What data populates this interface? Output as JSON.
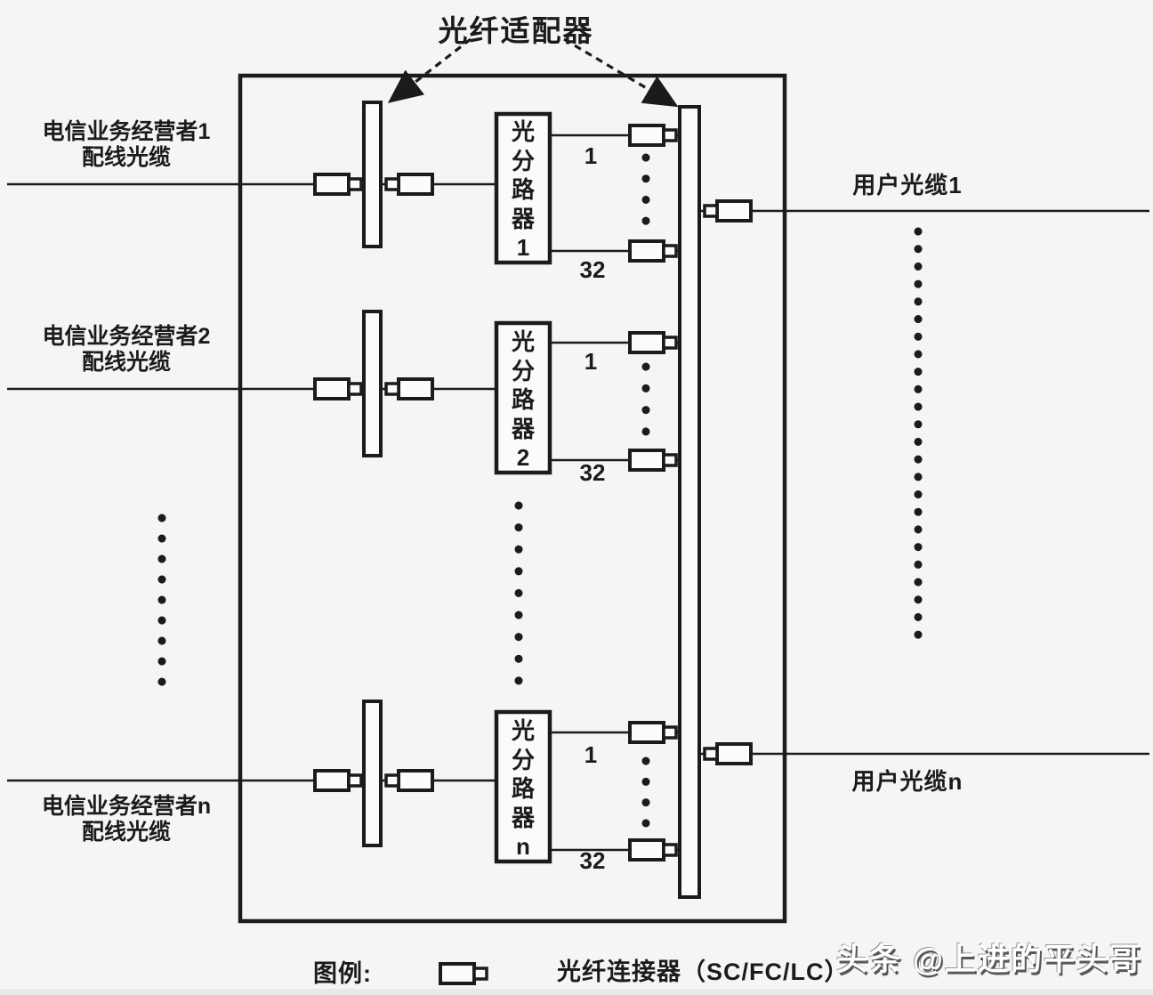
{
  "diagram_title": "光纤适配器",
  "operators": [
    {
      "label_line1": "电信业务经营者1",
      "label_line2": "配线光缆",
      "splitter": "光分路器1",
      "port_first": "1",
      "port_last": "32"
    },
    {
      "label_line1": "电信业务经营者2",
      "label_line2": "配线光缆",
      "splitter": "光分路器2",
      "port_first": "1",
      "port_last": "32"
    },
    {
      "label_line1": "电信业务经营者n",
      "label_line2": "配线光缆",
      "splitter": "光分路器n",
      "port_first": "1",
      "port_last": "32"
    }
  ],
  "user_cables": [
    {
      "label": "用户光缆1"
    },
    {
      "label": "用户光缆n"
    }
  ],
  "legend": {
    "title": "图例:",
    "connector_label": "光纤连接器（SC/FC/LC）"
  },
  "watermark": "头条 @上进的平头哥",
  "colors": {
    "ink": "#1b1b1b",
    "paper": "#f5f5f7"
  }
}
